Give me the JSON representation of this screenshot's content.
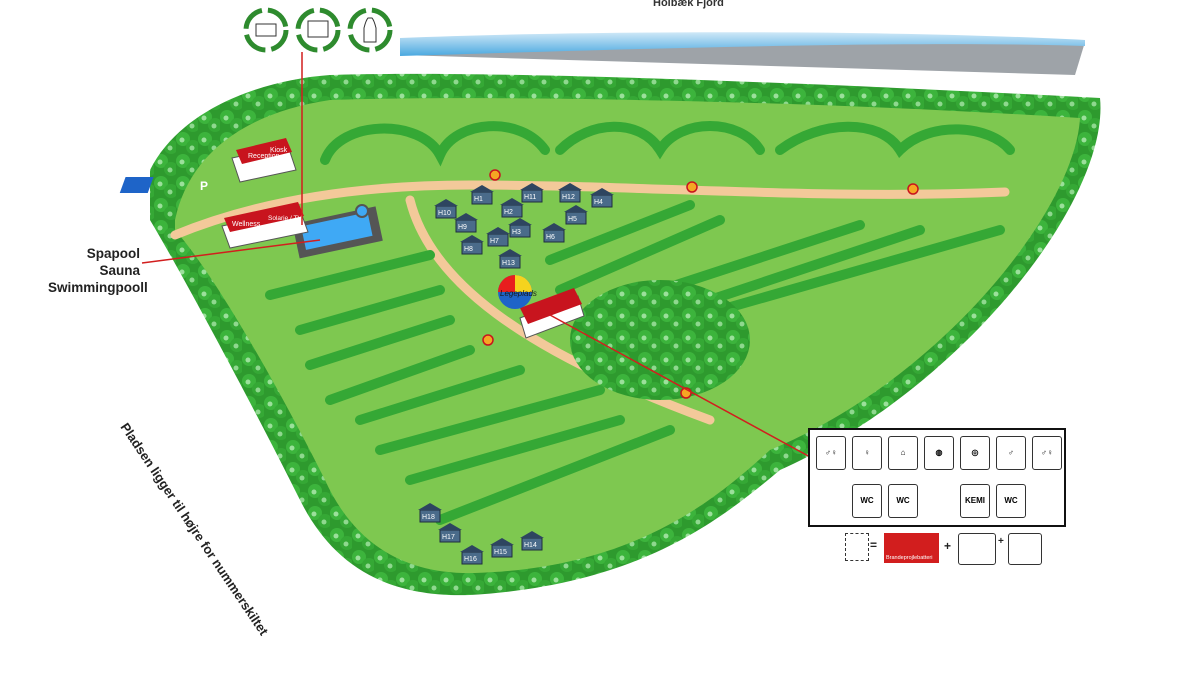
{
  "map": {
    "fjord_label": "Holbæk Fjord",
    "buildings": {
      "reception": "Reception",
      "kiosk": "Kiosk",
      "wellness": "Wellness",
      "solarie": "Solarie / TV",
      "playground": "Legeplads"
    },
    "parking_symbol": "P",
    "spa_lines": [
      "Spapool",
      "Sauna",
      "Swimmingpooll"
    ],
    "side_note": "Pladsen ligger til højre for nummerskiltet",
    "huts": [
      "H1",
      "H2",
      "H3",
      "H4",
      "H5",
      "H6",
      "H7",
      "H8",
      "H9",
      "H10",
      "H11",
      "H12",
      "H13",
      "H14",
      "H15",
      "H16",
      "H17",
      "H18"
    ],
    "legend": {
      "wc_labels": [
        "WC",
        "WC",
        "WC"
      ],
      "kemi": "KEMI",
      "fire_battery": "Brandeprojlebatteri",
      "plus": "+",
      "equals": "="
    },
    "colors": {
      "grass": "#7ec850",
      "trees": "#2f9e2f",
      "path": "#f3c99a",
      "roof": "#c8141e",
      "water": "#3fa9f5"
    }
  }
}
